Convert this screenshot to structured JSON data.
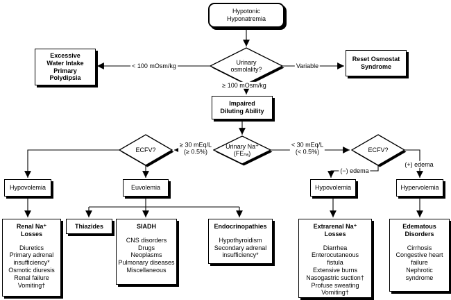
{
  "diagram": {
    "root": {
      "label": "Hypotonic\nHyponatremia"
    },
    "decisions": {
      "urinary_osmolality": {
        "label": "Urinary\nosmolality?"
      },
      "urinary_na": {
        "label": "Urinary Na⁺\n(FEₙₐ)"
      },
      "ecfv_left": {
        "label": "ECFV?"
      },
      "ecfv_right": {
        "label": "ECFV?"
      }
    },
    "edge_labels": {
      "lt_100": "< 100 mOsm/kg",
      "variable": "Variable",
      "ge_100": "≥ 100 mOsm/kg",
      "ge_30": "≥ 30 mEq/L\n(≥ 0.5%)",
      "lt_30": "< 30 mEq/L\n(< 0.5%)",
      "neg_edema": "(−) edema",
      "pos_edema": "(+) edema"
    },
    "nodes": {
      "excessive_water": {
        "label": "Excessive\nWater Intake\nPrimary\nPolydipsia"
      },
      "reset_osmostat": {
        "label": "Reset Osmostat\nSyndrome"
      },
      "impaired_diluting": {
        "label": "Impaired\nDiluting Ability"
      },
      "hypovolemia_left": {
        "label": "Hypovolemia"
      },
      "euvolemia": {
        "label": "Euvolemia"
      },
      "hypovolemia_right": {
        "label": "Hypovolemia"
      },
      "hypervolemia": {
        "label": "Hypervolemia"
      },
      "renal_losses": {
        "title": "Renal Na⁺\nLosses",
        "items": "Diuretics\nPrimary adrenal\ninsufficiency*\nOsmotic diuresis\nRenal failure\nVomiting†"
      },
      "thiazides": {
        "title": "Thiazides"
      },
      "siadh": {
        "title": "SIADH",
        "items": "CNS disorders\nDrugs\nNeoplasms\nPulmonary diseases\nMiscellaneous"
      },
      "endocrinopathies": {
        "title": "Endocrinopathies",
        "items": "Hypothyroidism\nSecondary adrenal\ninsufficiency*"
      },
      "extrarenal_losses": {
        "title": "Extrarenal Na⁺\nLosses",
        "items": "Diarrhea\nEnterocutaneous\nfistula\nExtensive burns\nNasogastric suction†\nProfuse sweating\nVomiting†"
      },
      "edematous": {
        "title": "Edematous\nDisorders",
        "items": "Cirrhosis\nCongestive heart\nfailure\nNephrotic\nsyndrome"
      }
    },
    "colors": {
      "line": "#000000",
      "box_background": "#ffffff",
      "shadow": "#000000"
    }
  }
}
